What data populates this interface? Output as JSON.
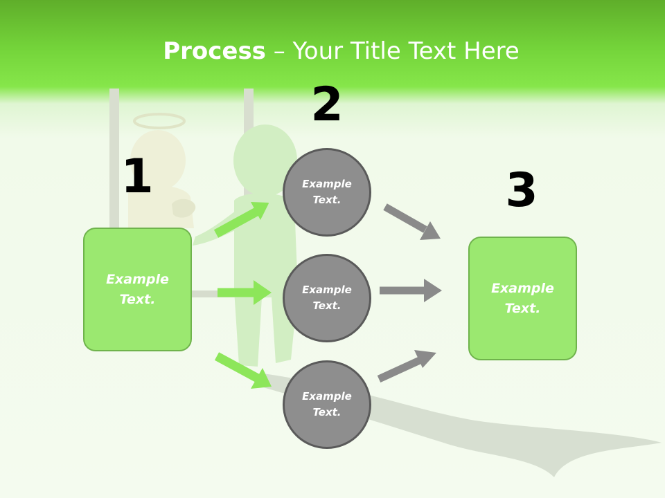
{
  "title": {
    "bold": "Process",
    "rest": " – Your Title Text Here"
  },
  "steps": [
    {
      "number": "1"
    },
    {
      "number": "2"
    },
    {
      "number": "3"
    }
  ],
  "box_left": {
    "line1": "Example",
    "line2": "Text."
  },
  "circles": [
    {
      "line1": "Example",
      "line2": "Text."
    },
    {
      "line1": "Example",
      "line2": "Text."
    },
    {
      "line1": "Example",
      "line2": "Text."
    }
  ],
  "box_right": {
    "line1": "Example",
    "line2": "Text."
  },
  "colors": {
    "header_green": "#74d43a",
    "box_green": "#9be870",
    "circle_gray": "#8e8e8e",
    "arrow_green": "#8de65a",
    "arrow_gray": "#8a8a8a"
  }
}
